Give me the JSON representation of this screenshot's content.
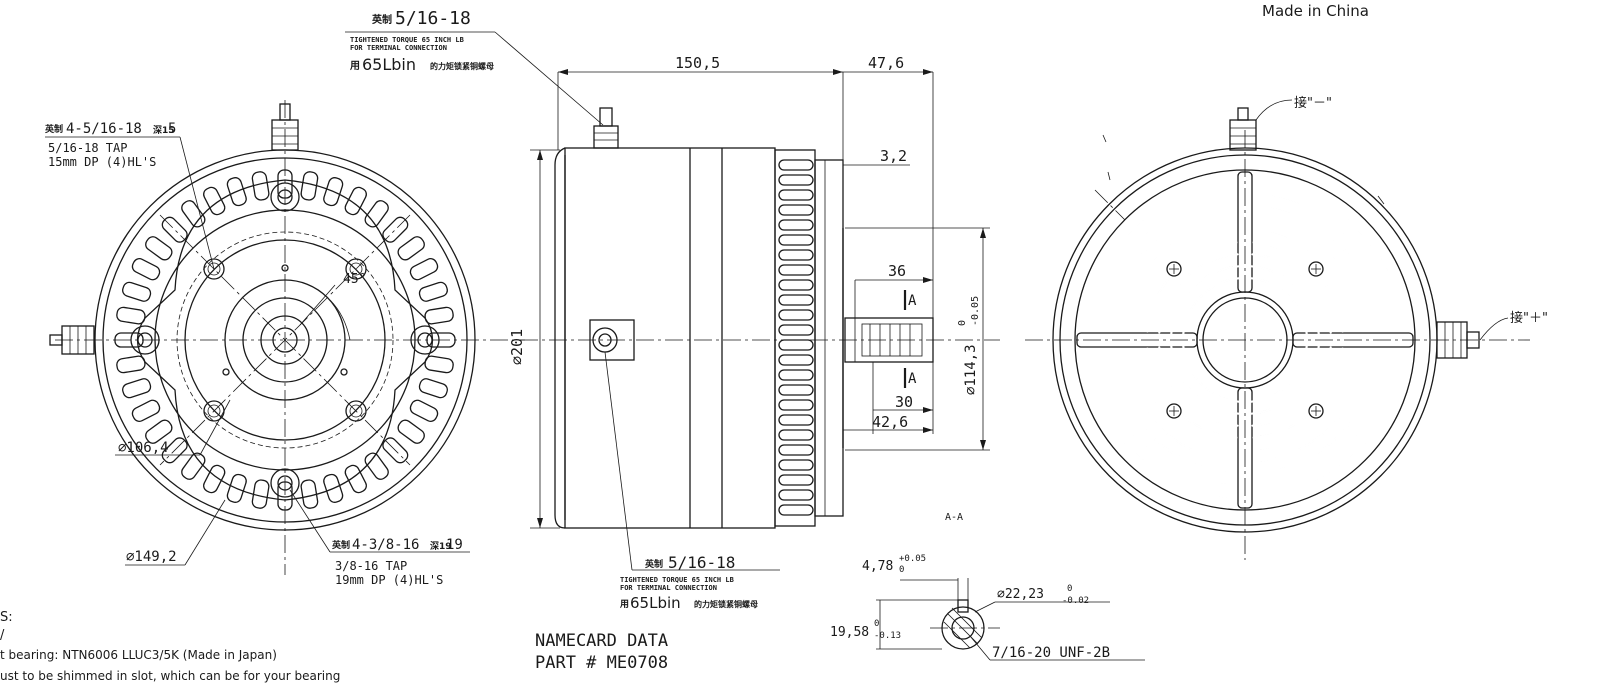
{
  "labels": {
    "made_in": "Made in China",
    "top_thread": "5/16-18",
    "top_thread_prefix": "英制",
    "top_torque_line1": "TIGHTENED TORQUE 65 INCH LB",
    "top_torque_line2": "FOR TERMINAL CONNECTION",
    "top_torque_cn_prefix": "用",
    "top_torque_value": "65Lbin",
    "top_torque_cn_suffix": "的力矩锁紧铜螺母",
    "dim_150_5": "150,5",
    "dim_47_6": "47,6",
    "dim_3_2": "3,2",
    "dim_36": "36",
    "dim_30": "30",
    "dim_42_6": "42,6",
    "dim_dia201": "⌀201",
    "dim_dia114_base": "⌀114,3",
    "dim_dia114_tol_upper": "0",
    "dim_dia114_tol_lower": "-0.05",
    "section_a_top": "A",
    "section_a_bottom": "A",
    "section_aa": "A-A",
    "tap1_prefix": "英制",
    "tap1_main": "4-5/16-18",
    "tap1_suffix": "深15",
    "tap1_line2": "5/16-18 TAP",
    "tap1_line3": "15mm DP (4)HL'S",
    "angle_45": "45°",
    "dim_dia106_4": "⌀106,4",
    "dim_dia149_2": "⌀149,2",
    "tap2_prefix": "英制",
    "tap2_main": "4-3/8-16",
    "tap2_suffix": "深19",
    "tap2_line2": "3/8-16 TAP",
    "tap2_line3": "19mm DP (4)HL'S",
    "bottom_thread_prefix": "英制",
    "bottom_thread": "5/16-18",
    "bottom_torque_line1": "TIGHTENED TORQUE 65 INCH LB",
    "bottom_torque_line2": "FOR TERMINAL CONNECTION",
    "bottom_torque_cn_prefix": "用",
    "bottom_torque_value": "65Lbin",
    "bottom_torque_cn_suffix": "的力矩锁紧铜螺母",
    "namecard_line1": "NAMECARD DATA",
    "namecard_line2": "PART # ME0708",
    "key_width_base": "4,78",
    "key_width_tol_upper": "+0.05",
    "key_width_tol_lower": "0",
    "key_depth_base": "19,58",
    "key_depth_tol_upper": "0",
    "key_depth_tol_lower": "-0.13",
    "shaft_dia_base": "⌀22,23",
    "shaft_dia_tol_upper": "0",
    "shaft_dia_tol_lower": "-0.02",
    "thread_spec": "7/16-20 UNF-2B",
    "terminal_neg": "接\"－\"",
    "terminal_pos": "接\"＋\"",
    "notes_head": "S:",
    "notes_line1": "/",
    "notes_line2": "t bearing: NTN6006 LLUC3/5K (Made in Japan)",
    "notes_line3": "ust to be shimmed in slot, which can be for your bearing"
  }
}
